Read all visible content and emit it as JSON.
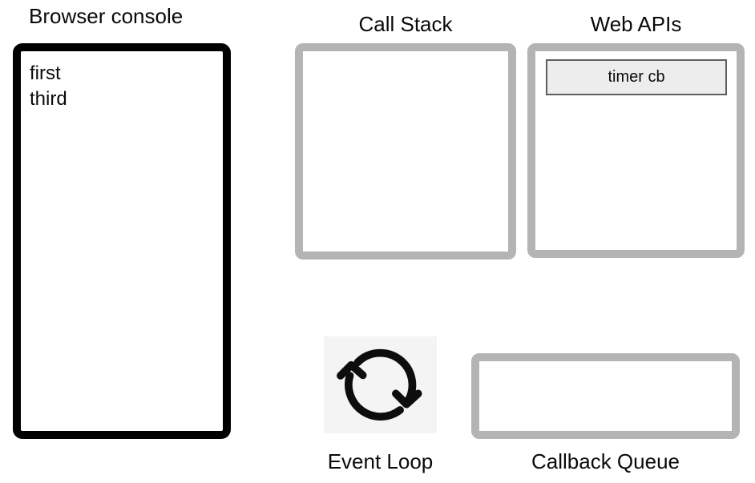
{
  "diagram": {
    "background": "#ffffff",
    "accent_gray": "#b4b4b4",
    "accent_black": "#000000"
  },
  "console": {
    "title": "Browser console",
    "lines": [
      "first",
      "third"
    ],
    "border_color": "#000000"
  },
  "call_stack": {
    "title": "Call Stack",
    "border_color": "#b4b4b4"
  },
  "web_apis": {
    "title": "Web APIs",
    "border_color": "#b4b4b4",
    "items": [
      {
        "label": "timer cb",
        "background": "#ededed",
        "border_color": "#5f5f5f"
      }
    ]
  },
  "event_loop": {
    "label": "Event Loop",
    "icon": "cycle-arrows-icon",
    "icon_background": "#f4f4f4",
    "icon_color": "#0d0d0d"
  },
  "callback_queue": {
    "label": "Callback Queue",
    "border_color": "#b4b4b4"
  }
}
